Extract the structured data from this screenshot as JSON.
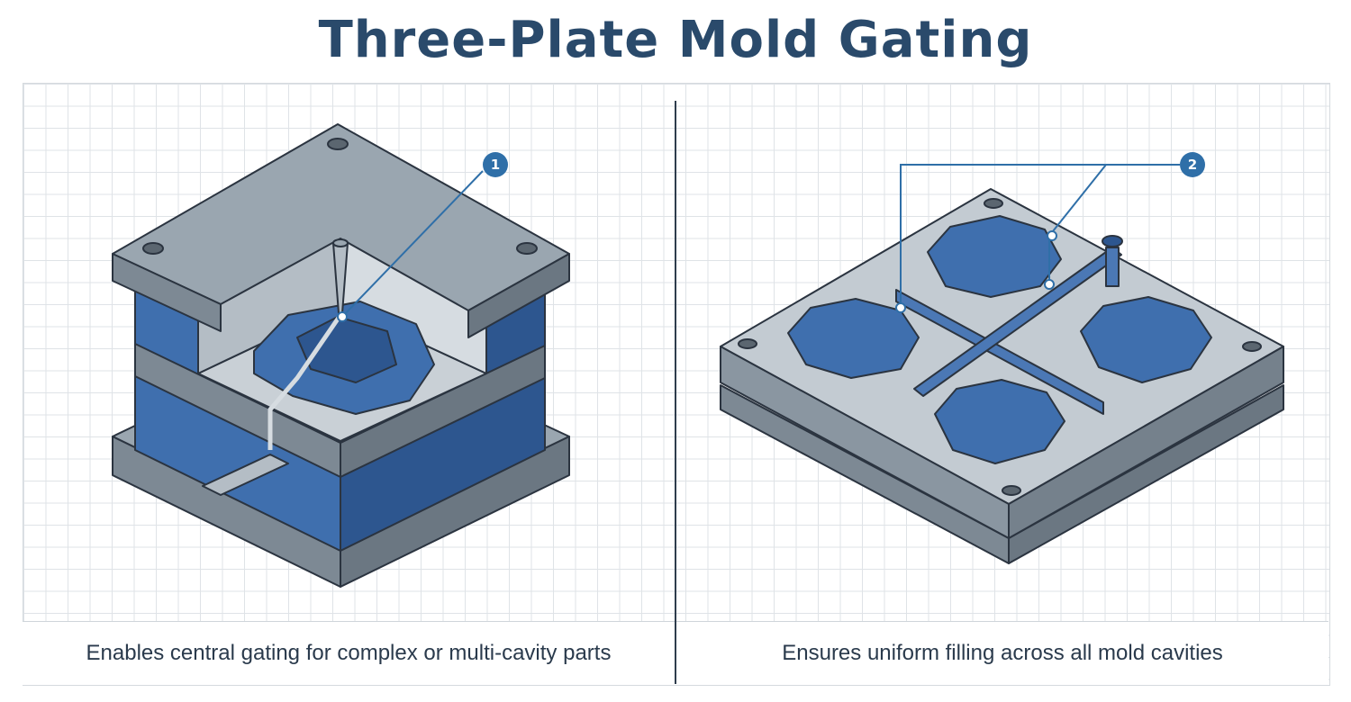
{
  "title": "Three-Plate Mold Gating",
  "left_panel": {
    "caption": "Enables central gating for complex or multi-cavity parts",
    "callout_number": "1"
  },
  "right_panel": {
    "caption": "Ensures uniform filling across all mold cavities",
    "callout_number": "2"
  },
  "colors": {
    "title": "#2a4a6b",
    "steel_top": "#9aa6b0",
    "steel_side": "#6e7b86",
    "mold_blue": "#3f6fae",
    "mold_blue_dark": "#2d568f",
    "badge": "#2f6fa8",
    "outline": "#2b3440"
  }
}
